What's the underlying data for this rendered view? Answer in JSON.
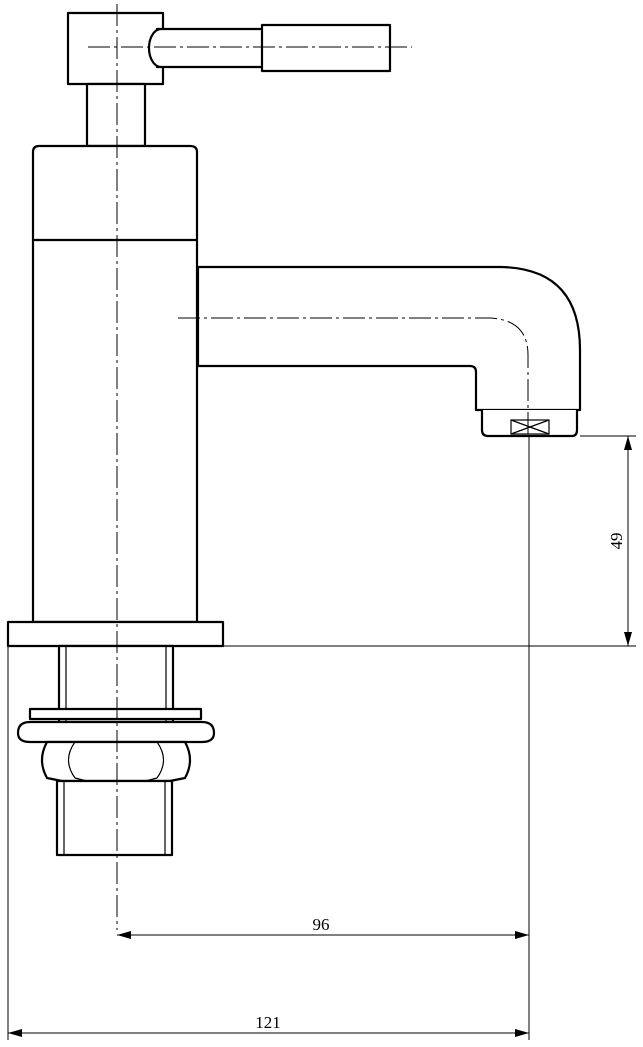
{
  "dimensions": {
    "spout_height": "49",
    "spout_reach_from_axis": "96",
    "overall_length": "121"
  },
  "colors": {
    "line": "#000000",
    "background": "#ffffff"
  }
}
